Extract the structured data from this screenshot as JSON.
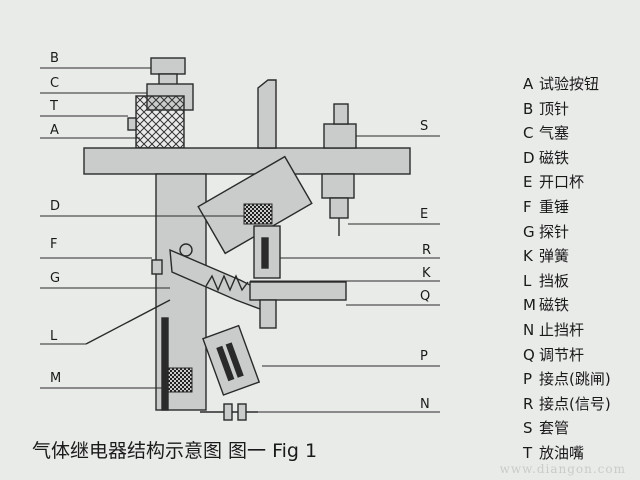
{
  "callouts": {
    "B": "B",
    "C": "C",
    "T": "T",
    "A": "A",
    "D": "D",
    "F": "F",
    "G": "G",
    "L": "L",
    "M": "M",
    "S": "S",
    "E": "E",
    "R": "R",
    "K": "K",
    "Q": "Q",
    "P": "P",
    "N": "N"
  },
  "legend": [
    {
      "key": "A",
      "text": "试验按钮"
    },
    {
      "key": "B",
      "text": "顶针"
    },
    {
      "key": "C",
      "text": "气塞"
    },
    {
      "key": "D",
      "text": "磁铁"
    },
    {
      "key": "E",
      "text": "开口杯"
    },
    {
      "key": "F",
      "text": "重锤"
    },
    {
      "key": "G",
      "text": "探针"
    },
    {
      "key": "K",
      "text": "弹簧"
    },
    {
      "key": "L",
      "text": "挡板"
    },
    {
      "key": "M",
      "text": "磁铁"
    },
    {
      "key": "N",
      "text": "止挡杆"
    },
    {
      "key": "Q",
      "text": "调节杆"
    },
    {
      "key": "P",
      "text": "接点(跳闸)"
    },
    {
      "key": "R",
      "text": "接点(信号)"
    },
    {
      "key": "S",
      "text": "套管"
    },
    {
      "key": "T",
      "text": "放油嘴"
    }
  ],
  "caption": "气体继电器结构示意图  图一 Fig 1",
  "watermark": "www.diangon.com",
  "colors": {
    "ink": "#2a2a2a",
    "paper": "#e9ebe9",
    "panel": "#c9ccca"
  }
}
